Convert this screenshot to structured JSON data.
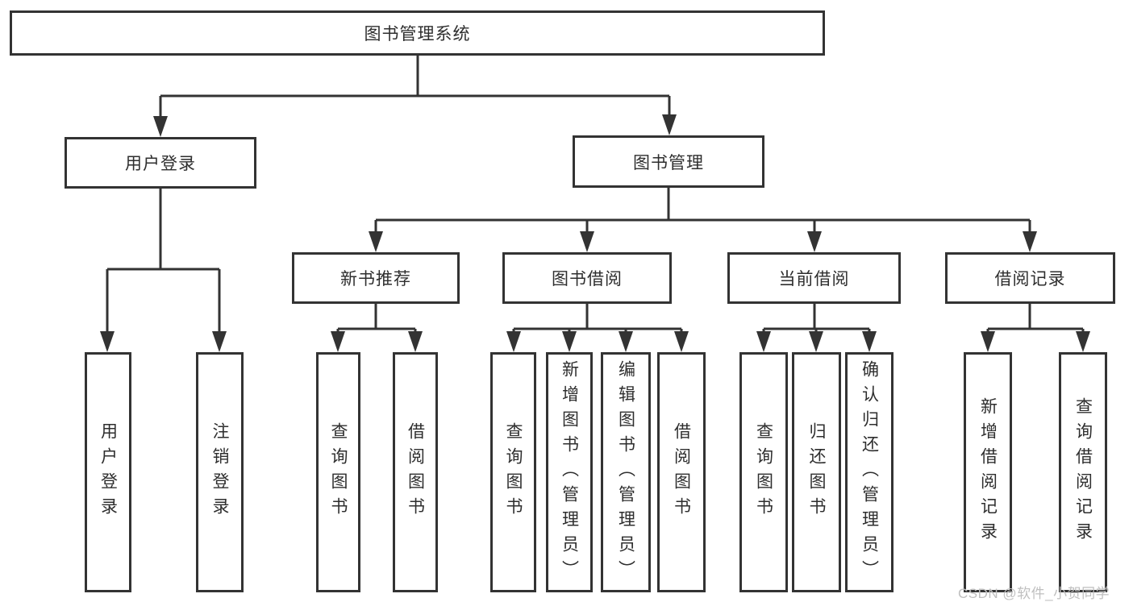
{
  "colors": {
    "line": "#333333",
    "box_border": "#333333",
    "box_background": "#ffffff",
    "text": "#2e2e2e",
    "watermark": "#bfbfbf"
  },
  "tree": {
    "root": "图书管理系统",
    "user_login": {
      "label": "用户登录",
      "children": [
        "用户登录",
        "注销登录"
      ]
    },
    "book_mgmt": {
      "label": "图书管理",
      "sections": [
        {
          "label": "新书推荐",
          "children": [
            "查询图书",
            "借阅图书"
          ]
        },
        {
          "label": "图书借阅",
          "children": [
            "查询图书",
            "新增图书（管理员）",
            "编辑图书（管理员）",
            "借阅图书"
          ]
        },
        {
          "label": "当前借阅",
          "children": [
            "查询图书",
            "归还图书",
            "确认归还（管理员）"
          ]
        },
        {
          "label": "借阅记录",
          "children": [
            "新增借阅记录",
            "查询借阅记录"
          ]
        }
      ]
    }
  },
  "watermark": "CSDN @软件_小贺同学"
}
